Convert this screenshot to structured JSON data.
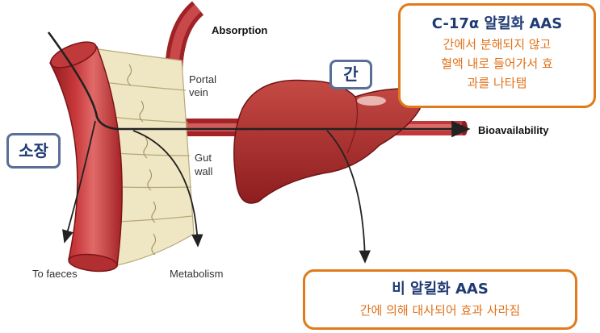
{
  "labels": {
    "absorption": "Absorption",
    "portal_vein_line1": "Portal",
    "portal_vein_line2": "vein",
    "gut_wall_line1": "Gut",
    "gut_wall_line2": "wall",
    "bioavailability": "Bioavailability",
    "to_faeces": "To faeces",
    "metabolism": "Metabolism"
  },
  "tags": {
    "small_intestine": "소장",
    "liver": "간"
  },
  "callout_c17": {
    "title": "C-17α 알킬화 AAS",
    "line1": "간에서 분해되지 않고",
    "line2": "혈액 내로 들어가서 효",
    "line3": "과를 나타탬"
  },
  "callout_non_alkylated": {
    "title": "비 알킬화 AAS",
    "line1": "간에 의해 대사되어 효과 사라짐"
  },
  "colors": {
    "vessel_red": "#b8262b",
    "gut_wall": "#efe6c4",
    "callout_border": "#e07a1b",
    "callout_text": "#e0721a",
    "title_text": "#1f3b73",
    "tag_border": "#5a6f96"
  }
}
